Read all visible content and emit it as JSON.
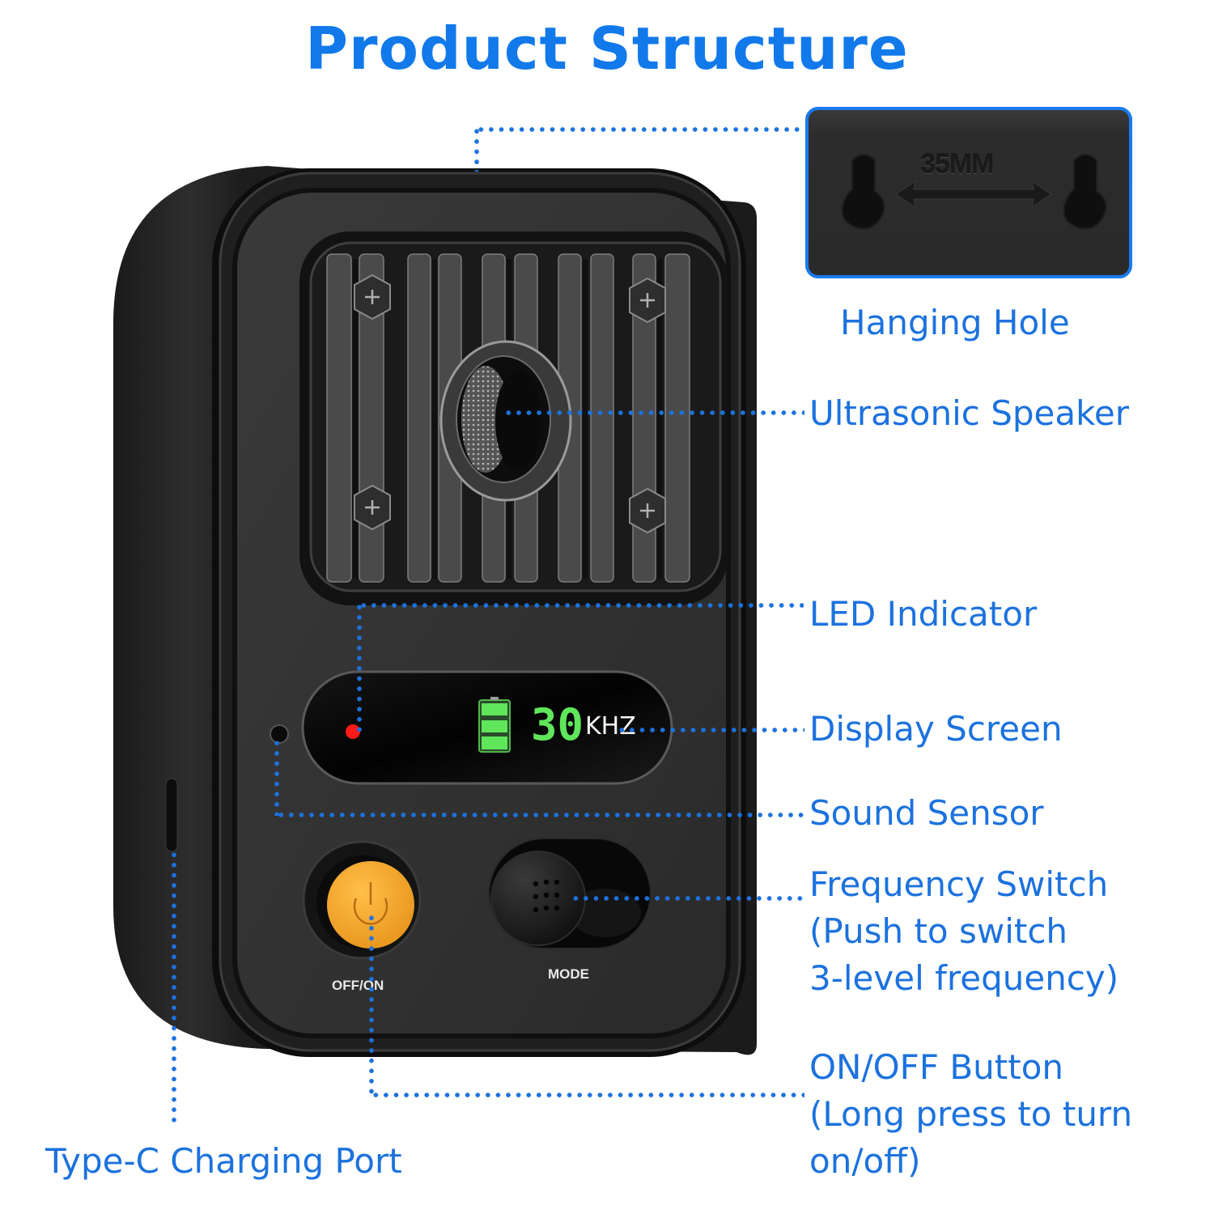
{
  "title": "Product Structure",
  "colors": {
    "accent": "#1179ea",
    "label": "#1c72de",
    "device_body": "#2b2b2b",
    "power_button": "#f5a623",
    "lcd_green": "#5fe65a",
    "led_red": "#ff1a1a"
  },
  "hanging_hole": {
    "inset_marking": "35MM",
    "label": "Hanging Hole"
  },
  "device": {
    "display": {
      "frequency_value": "30",
      "frequency_unit": "KHZ",
      "battery_icon": "battery-full-icon",
      "battery_bars": 3
    },
    "power_button_label": "OFF/ON",
    "mode_switch_label": "MODE"
  },
  "callouts": [
    {
      "id": "ultrasonic-speaker",
      "lines": [
        "Ultrasonic Speaker"
      ]
    },
    {
      "id": "led-indicator",
      "lines": [
        "LED Indicator"
      ]
    },
    {
      "id": "display-screen",
      "lines": [
        "Display Screen"
      ]
    },
    {
      "id": "sound-sensor",
      "lines": [
        "Sound Sensor"
      ]
    },
    {
      "id": "frequency-switch",
      "lines": [
        "Frequency Switch",
        "(Push to switch",
        "3-level frequency)"
      ]
    },
    {
      "id": "on-off-button",
      "lines": [
        "ON/OFF Button",
        "(Long press to turn",
        "on/off)"
      ]
    },
    {
      "id": "type-c-port",
      "lines": [
        "Type-C Charging Port"
      ]
    }
  ]
}
